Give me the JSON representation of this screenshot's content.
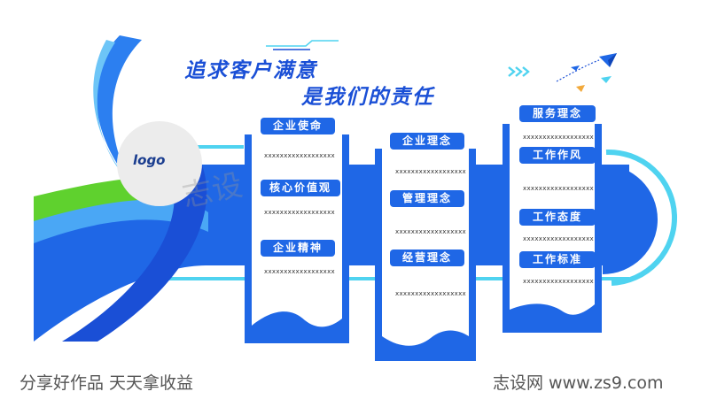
{
  "headline": {
    "line1": "追求客户满意",
    "line2": "是我们的责任"
  },
  "logo": {
    "text": "logo"
  },
  "panels": [
    {
      "items": [
        {
          "label": "企业使命",
          "text": "xxxxxxxxxxxxxxxxxx"
        },
        {
          "label": "核心价值观",
          "text": "xxxxxxxxxxxxxxxxxx"
        },
        {
          "label": "企业精神",
          "text": "xxxxxxxxxxxxxxxxxx"
        }
      ]
    },
    {
      "items": [
        {
          "label": "企业理念",
          "text": "xxxxxxxxxxxxxxxxxx"
        },
        {
          "label": "管理理念",
          "text": "xxxxxxxxxxxxxxxxxx"
        },
        {
          "label": "经营理念",
          "text": "xxxxxxxxxxxxxxxxxx"
        }
      ]
    },
    {
      "items": [
        {
          "label": "服务理念",
          "text": "xxxxxxxxxxxxxxxxxx"
        },
        {
          "label": "工作作风",
          "text": "xxxxxxxxxxxxxxxxxx"
        },
        {
          "label": "工作态度",
          "text": "xxxxxxxxxxxxxxxxxx"
        },
        {
          "label": "工作标准",
          "text": "xxxxxxxxxxxxxxxxxx"
        }
      ]
    }
  ],
  "watermark": {
    "text": "志设"
  },
  "footer": {
    "left": "分享好作品 天天拿收益",
    "right": "志设网 www.zs9.com"
  },
  "colors": {
    "primary": "#1f67e6",
    "dark": "#1a4fd6",
    "cyan": "#4fd3f0",
    "green": "#5fd12e",
    "logo_bg": "#ececec"
  },
  "icons": [
    "paper-plane-icon",
    "double-chevron-icon"
  ]
}
